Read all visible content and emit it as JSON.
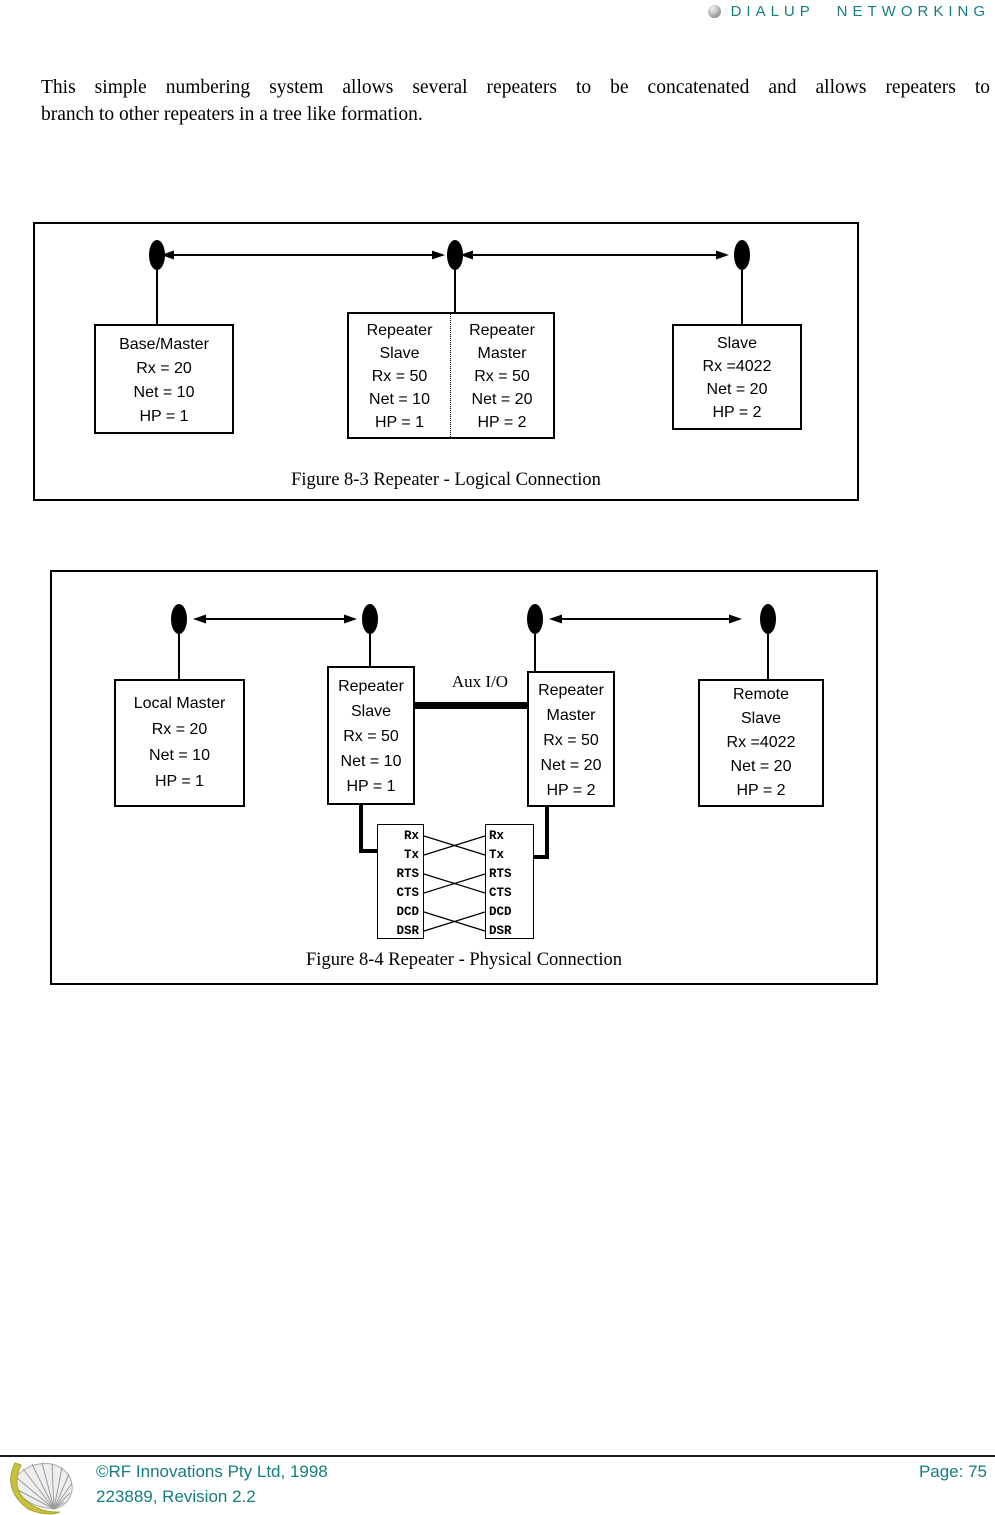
{
  "header": {
    "brand": "DIALUP NETWORKING"
  },
  "paragraph": {
    "line1": "This simple numbering system allows several repeaters to be concatenated and allows repeaters to",
    "line2": "branch to other repeaters in a tree like formation."
  },
  "figure1": {
    "caption": "Figure 8-3 Repeater - Logical Connection",
    "base_master": {
      "lines": [
        "Base/Master",
        "Rx = 20",
        "Net = 10",
        "HP = 1"
      ]
    },
    "repeater_slave": {
      "lines": [
        "Repeater",
        "Slave",
        "Rx = 50",
        "Net = 10",
        "HP = 1"
      ]
    },
    "repeater_master": {
      "lines": [
        "Repeater",
        "Master",
        "Rx = 50",
        "Net = 20",
        "HP = 2"
      ]
    },
    "slave": {
      "lines": [
        "Slave",
        "Rx =4022",
        "Net = 20",
        "HP = 2"
      ]
    }
  },
  "figure2": {
    "caption": "Figure 8-4 Repeater - Physical Connection",
    "aux_label": "Aux I/O",
    "local_master": {
      "lines": [
        "Local Master",
        "Rx = 20",
        "Net = 10",
        "HP = 1"
      ]
    },
    "repeater_slave": {
      "lines": [
        "Repeater",
        "Slave",
        "Rx = 50",
        "Net = 10",
        "HP = 1"
      ]
    },
    "repeater_master": {
      "lines": [
        "Repeater",
        "Master",
        "Rx = 50",
        "Net = 20",
        "HP = 2"
      ]
    },
    "remote_slave": {
      "lines": [
        "Remote",
        "Slave",
        "Rx =4022",
        "Net = 20",
        "HP = 2"
      ]
    },
    "pins_left": [
      "Rx",
      "Tx",
      "RTS",
      "CTS",
      "DCD",
      "DSR"
    ],
    "pins_right": [
      "Rx",
      "Tx",
      "RTS",
      "CTS",
      "DCD",
      "DSR"
    ]
  },
  "footer": {
    "copyright": "©RF Innovations Pty Ltd, 1998",
    "revision": "223889, Revision 2.2",
    "page": "Page: 75"
  },
  "colors": {
    "accent_teal": "#177d7d",
    "diagram_ink": "#000000",
    "logo_band_yellow": "#c6c23c"
  }
}
